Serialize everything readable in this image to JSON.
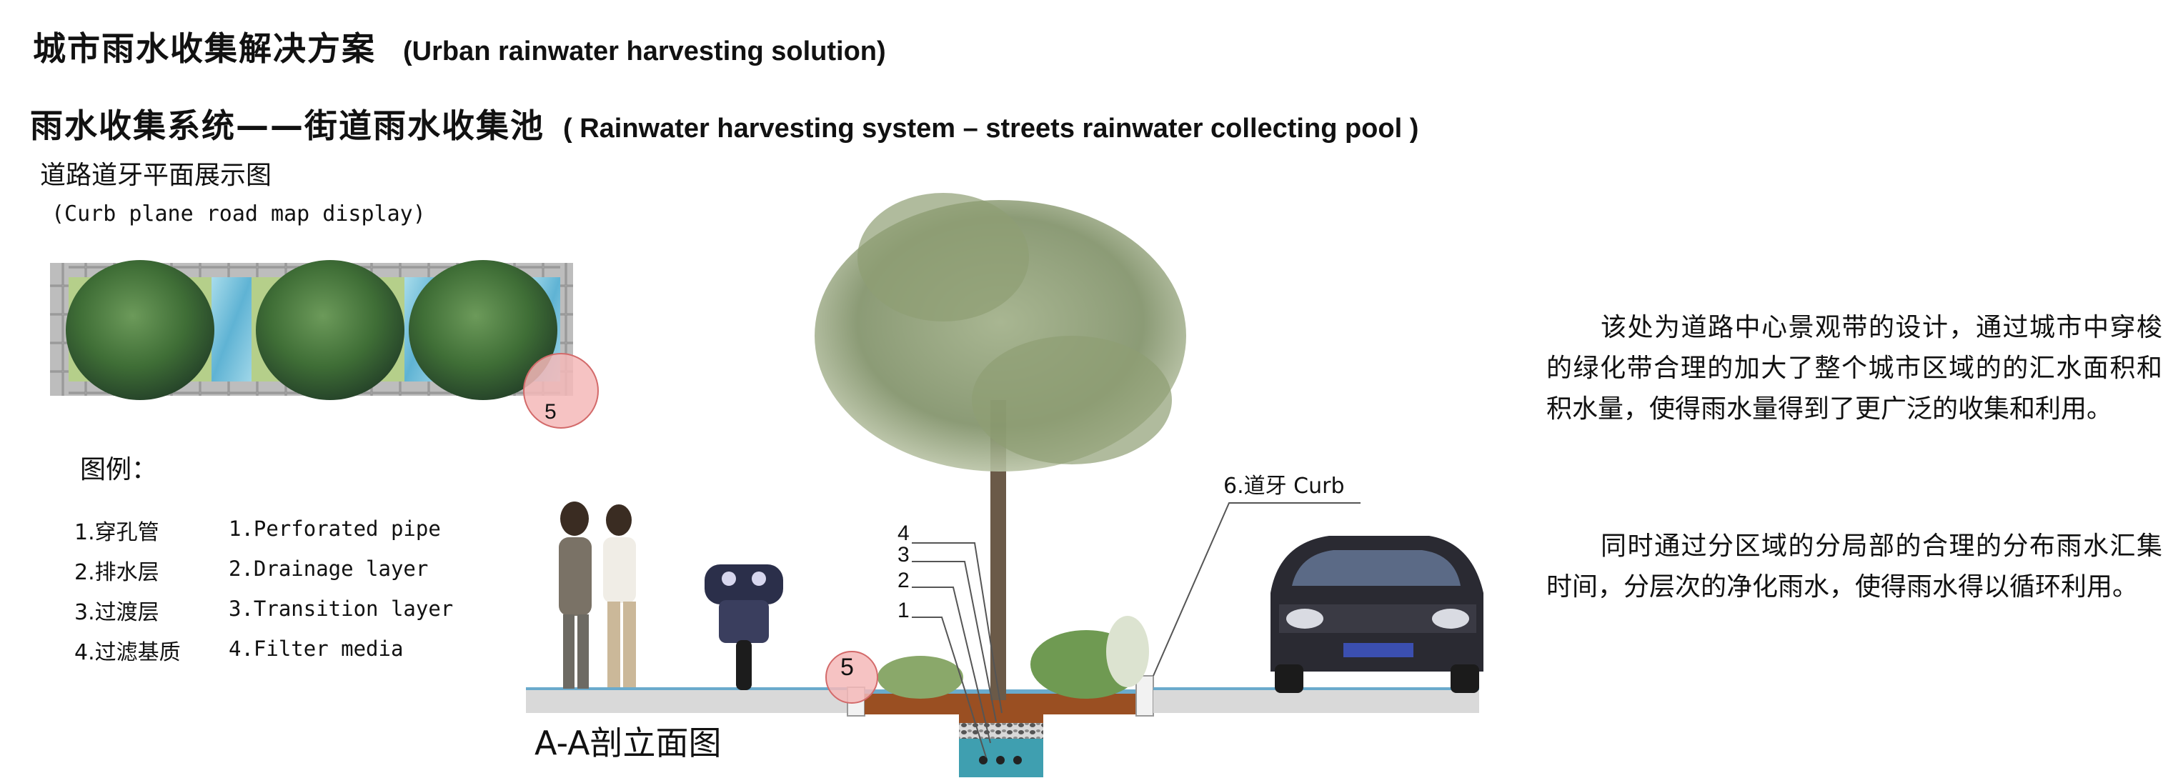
{
  "header": {
    "title_zh": "城市雨水收集解决方案",
    "title_en": "(Urban rainwater harvesting solution)",
    "subtitle_zh": "雨水收集系统——街道雨水收集池",
    "subtitle_en": "( Rainwater harvesting system – streets rainwater collecting pool )"
  },
  "plan": {
    "title_zh": "道路道牙平面展示图",
    "title_en": "(Curb plane road map display)",
    "marker": "5"
  },
  "legend": {
    "title": "图例：",
    "items": [
      {
        "zh": "1.穿孔管",
        "en": "1.Perforated pipe"
      },
      {
        "zh": "2.排水层",
        "en": "2.Drainage layer"
      },
      {
        "zh": "3.过渡层",
        "en": "3.Transition layer"
      },
      {
        "zh": "4.过滤基质",
        "en": "4.Filter media"
      }
    ]
  },
  "section": {
    "title": "A-A剖立面图",
    "curb_label": "6.道牙 Curb",
    "marker": "5",
    "layer_labels": [
      "4",
      "3",
      "2",
      "1"
    ]
  },
  "description": {
    "p1": "该处为道路中心景观带的设计，通过城市中穿梭的绿化带合理的加大了整个城市区域的的汇水面积和积水量，使得雨水量得到了更广泛的收集和利用。",
    "p2": "同时通过分区域的分局部的合理的分布雨水汇集时间，分层次的净化雨水，使得雨水得以循环利用。"
  },
  "colors": {
    "marker_fill": "#f4b9b9",
    "marker_stroke": "#d36a6a",
    "water": "#7ec4dc",
    "soil": "#9a4f22",
    "grass": "#9cbf6a",
    "foliage": "#3f6e36",
    "paving": "#9b9b9b",
    "ground": "#d9d9d9"
  }
}
